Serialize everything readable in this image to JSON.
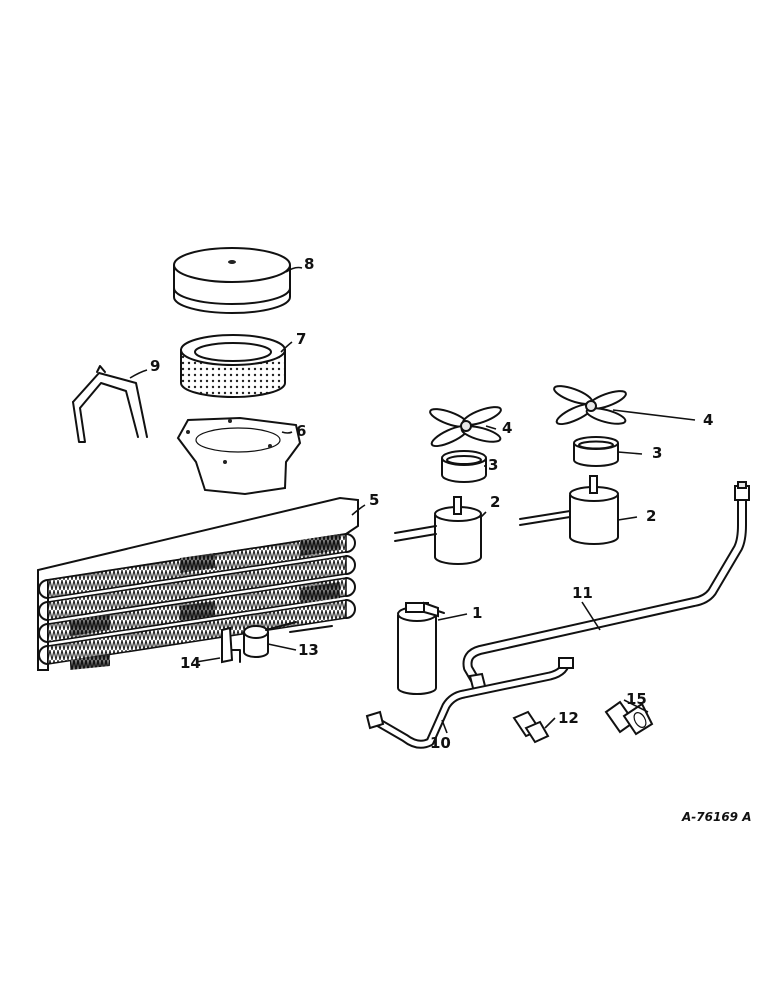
{
  "figure_id": "A-76169 A",
  "callouts": [
    {
      "num": "1"
    },
    {
      "num": "2"
    },
    {
      "num": "2"
    },
    {
      "num": "3"
    },
    {
      "num": "3"
    },
    {
      "num": "4"
    },
    {
      "num": "4"
    },
    {
      "num": "5"
    },
    {
      "num": "6"
    },
    {
      "num": "7"
    },
    {
      "num": "8"
    },
    {
      "num": "9"
    },
    {
      "num": "10"
    },
    {
      "num": "11"
    },
    {
      "num": "12"
    },
    {
      "num": "13"
    },
    {
      "num": "14"
    },
    {
      "num": "15"
    }
  ]
}
